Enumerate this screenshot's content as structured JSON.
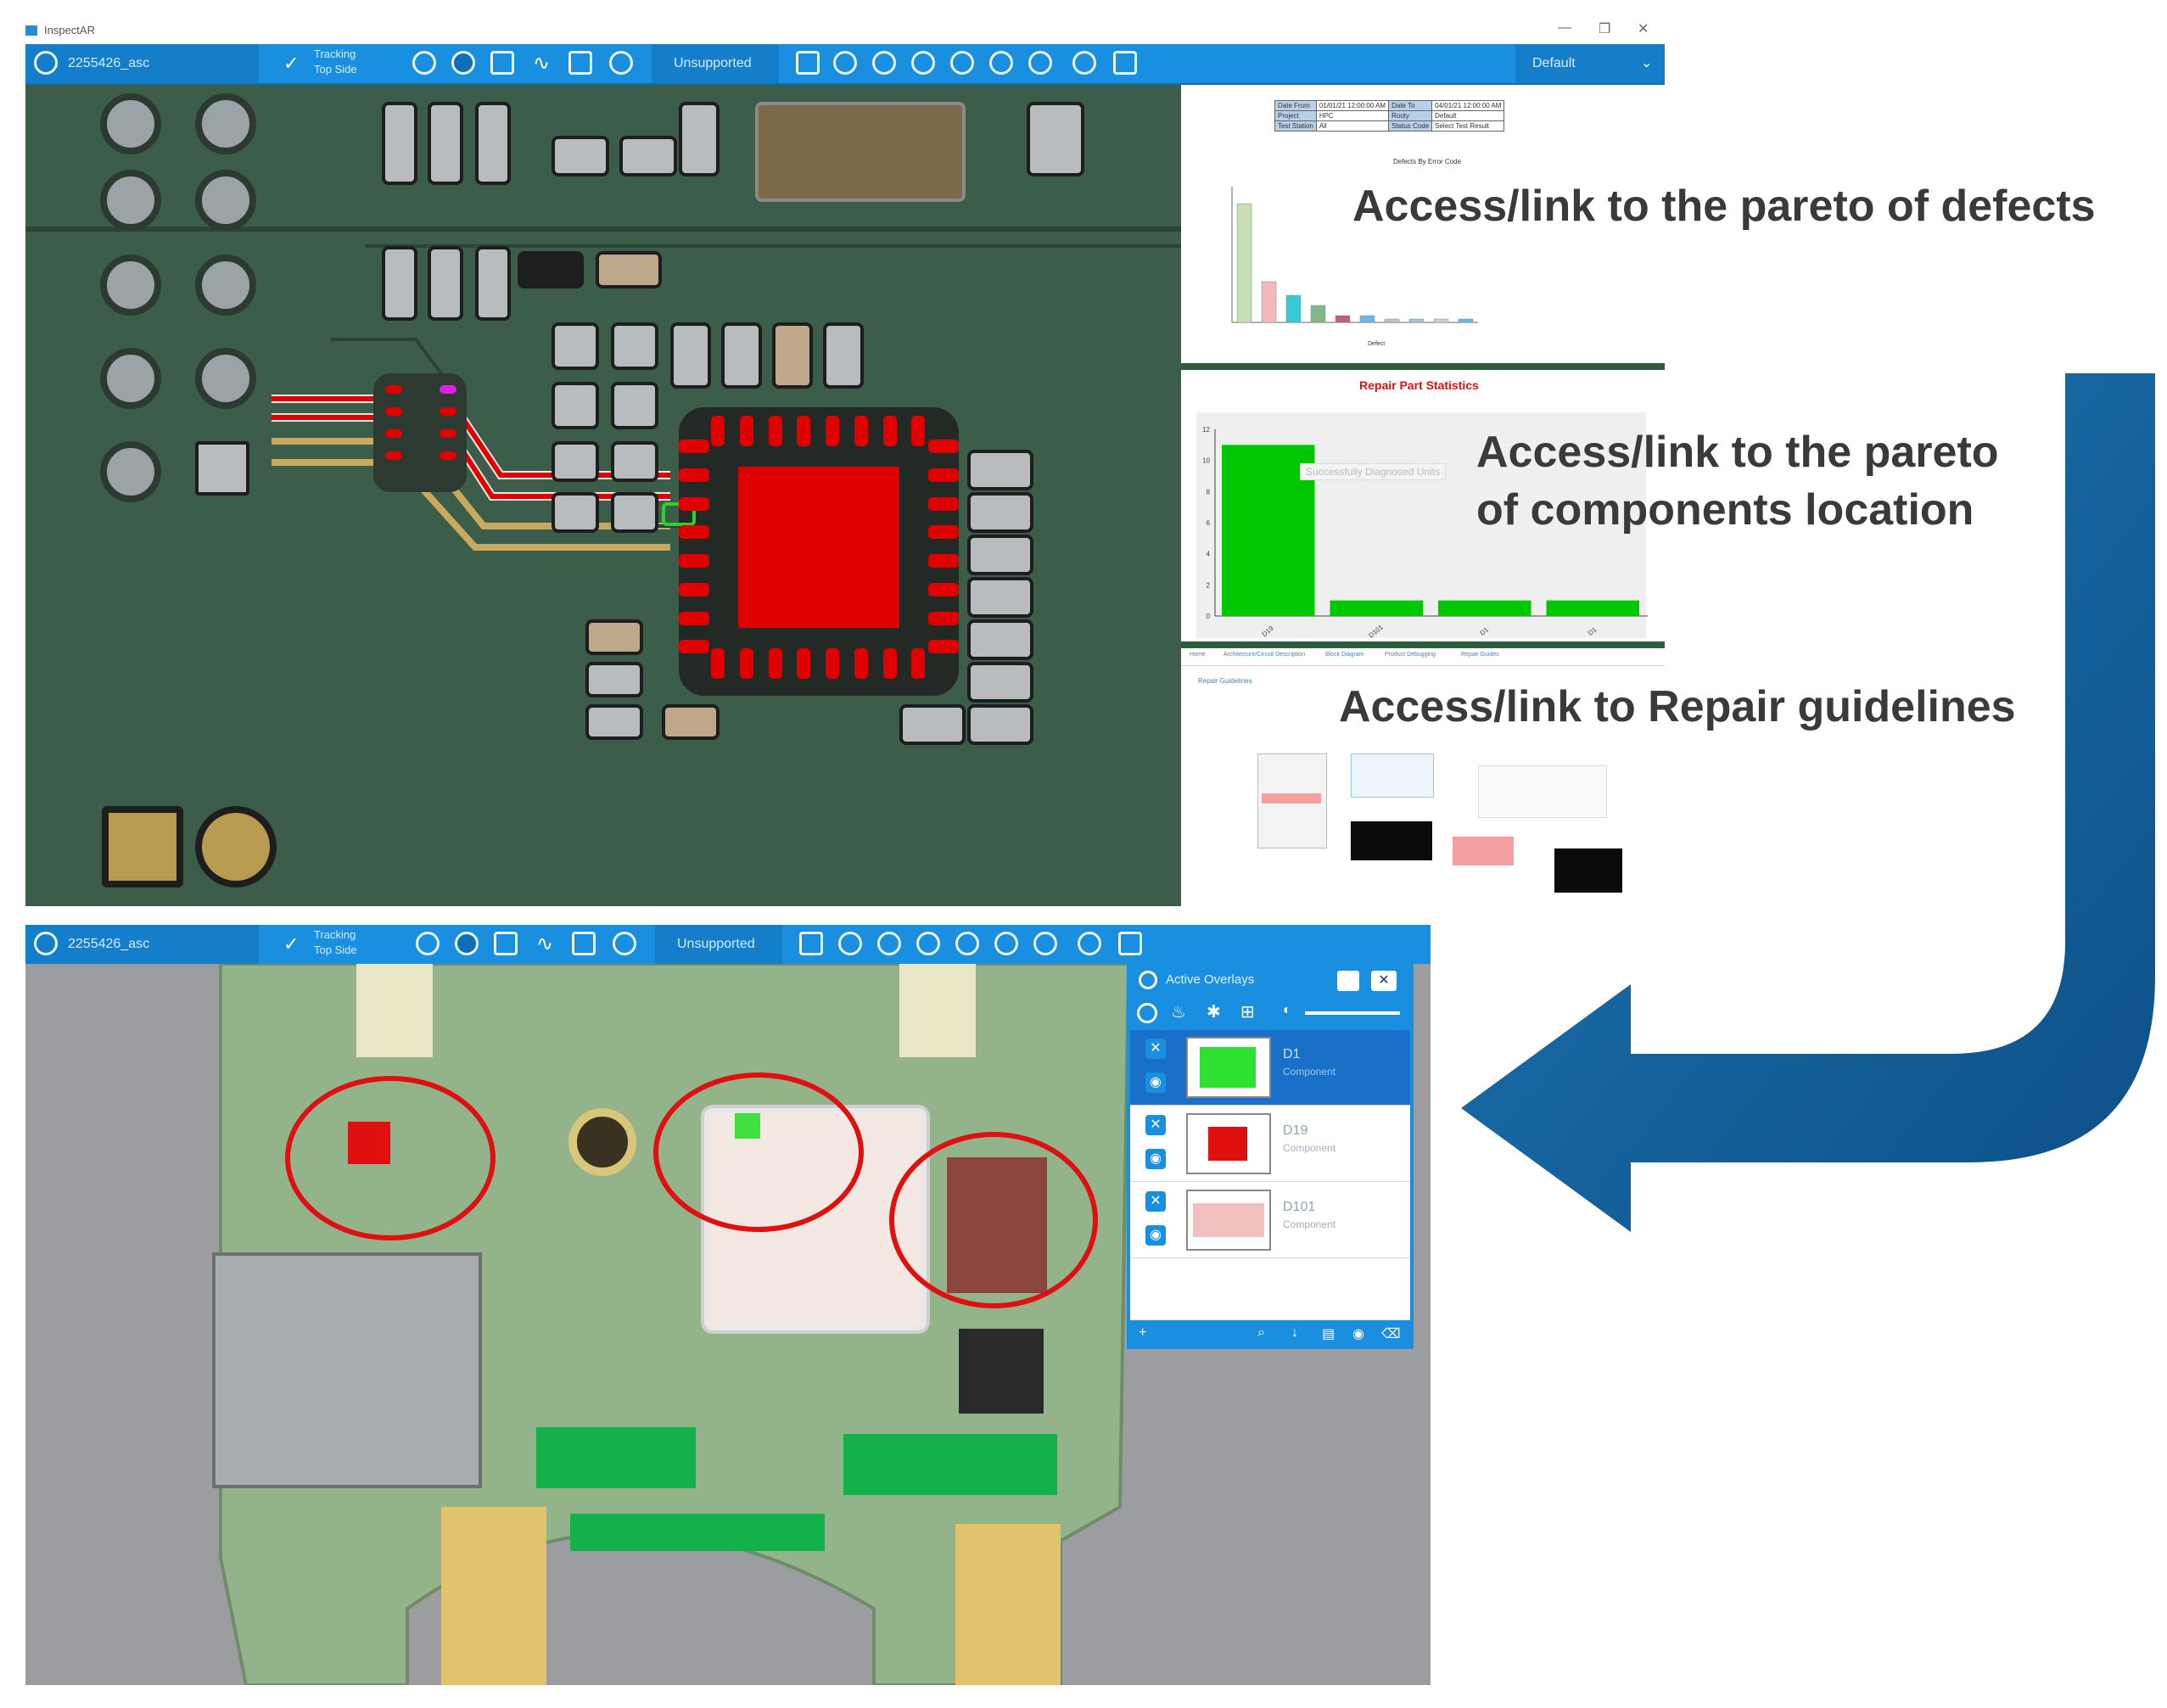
{
  "window": {
    "app_name": "InspectAR",
    "controls": [
      "—",
      "❐",
      "✕"
    ]
  },
  "toolbar": {
    "board_id": "2255426_asc",
    "tracking_line1": "Tracking",
    "tracking_line2": "Top Side",
    "mode": "Unsupported",
    "profile": "Default"
  },
  "callouts": {
    "defects": "Access/link to the pareto of defects",
    "components_line1": "Access/link to the pareto",
    "components_line2": "of components location",
    "guidelines": "Access/link to Repair guidelines"
  },
  "defect_table": {
    "rows": [
      [
        "Date From",
        "01/01/21 12:00:00 AM",
        "Date To",
        "04/01/21 12:00:00 AM"
      ],
      [
        "Project",
        "HPC",
        "Rooty",
        "Default"
      ],
      [
        "Test Station",
        "All",
        "Status Code",
        "Select Test Result"
      ]
    ],
    "chart_title": "Defects By Error Code",
    "xlabel": "Defect"
  },
  "repair_chart": {
    "title": "Repair Part Statistics",
    "tooltip": "Successfully Diagnosed Units",
    "tabs": [
      "Home",
      "Architecture/Circuit Description",
      "Block Diagram",
      "Product Debugging",
      "Repair Guides"
    ],
    "subtitle": "Repair Guidelines"
  },
  "overlays_panel": {
    "title": "Active Overlays",
    "items": [
      {
        "name": "D1",
        "type": "Component"
      },
      {
        "name": "D19",
        "type": "Component"
      },
      {
        "name": "D101",
        "type": "Component"
      }
    ]
  },
  "chart_data": [
    {
      "type": "bar",
      "title": "Defects By Error Code",
      "xlabel": "Defect",
      "ylabel": "",
      "categories": [
        "",
        "",
        "",
        "",
        "",
        "",
        "",
        "",
        "",
        ""
      ],
      "values": [
        35,
        12,
        8,
        5,
        2,
        2,
        1,
        1,
        1,
        1
      ],
      "ylim": [
        0,
        40
      ]
    },
    {
      "type": "bar",
      "title": "Repair Part Statistics",
      "xlabel": "",
      "ylabel": "",
      "categories": [
        "D19",
        "D101",
        "D1",
        "D1"
      ],
      "values": [
        11,
        1,
        1,
        1
      ],
      "ylim": [
        0,
        12
      ]
    }
  ],
  "colors": {
    "toolbar": "#1a8fe0",
    "accent_red": "#e00000",
    "arrow_blue": "#1f78b8",
    "pcb_green": "#3b5d49"
  }
}
